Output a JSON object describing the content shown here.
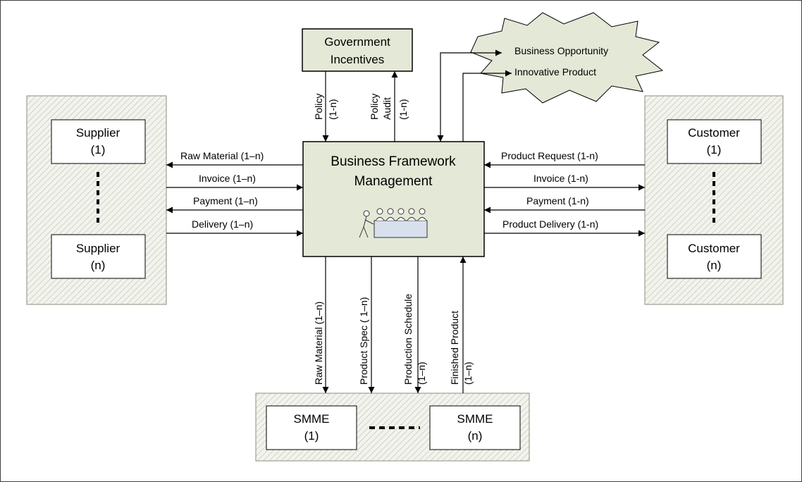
{
  "nodes": {
    "government": {
      "line1": "Government",
      "line2": "Incentives"
    },
    "business": {
      "line1": "Business Framework",
      "line2": "Management"
    },
    "cloud": {
      "line1": "Business Opportunity",
      "line2": "Innovative Product"
    },
    "supplier_first": {
      "line1": "Supplier",
      "line2": "(1)"
    },
    "supplier_last": {
      "line1": "Supplier",
      "line2": "(n)"
    },
    "customer_first": {
      "line1": "Customer",
      "line2": "(1)"
    },
    "customer_last": {
      "line1": "Customer",
      "line2": "(n)"
    },
    "smme_first": {
      "line1": "SMME",
      "line2": "(1)"
    },
    "smme_last": {
      "line1": "SMME",
      "line2": "(n)"
    }
  },
  "edges": {
    "policy": {
      "line1": "Policy",
      "line2": "(1-n)"
    },
    "policy_audit": {
      "line1": "Policy",
      "line2": "Audit",
      "line3": "(1-n)"
    },
    "supplier_raw_material": "Raw Material (1–n)",
    "supplier_invoice": "Invoice (1–n)",
    "supplier_payment": "Payment (1–n)",
    "supplier_delivery": "Delivery (1–n)",
    "customer_product_request": "Product Request (1-n)",
    "customer_invoice": "Invoice (1-n)",
    "customer_payment": "Payment (1-n)",
    "customer_product_delivery": "Product Delivery (1-n)",
    "smme_raw_material": "Raw Material (1–n)",
    "smme_product_spec": "Product Spec ( 1–n)",
    "smme_production_schedule": {
      "line1": "Production Schedule",
      "line2": "(1–n)"
    },
    "smme_finished_product": {
      "line1": "Finished Product",
      "line2": "(1–n)"
    }
  },
  "colors": {
    "box_fill": "#e4e8d6",
    "panel_hatch": "#e8e8e1",
    "panel_stroke": "#a8a89c",
    "line": "#000000"
  }
}
